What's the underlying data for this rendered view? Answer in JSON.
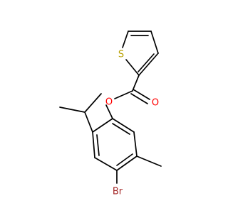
{
  "molecule": {
    "atoms": {
      "sulfur": {
        "symbol": "S",
        "color": "#b8a100"
      },
      "ester_oxygen": {
        "symbol": "O",
        "color": "#ff0000"
      },
      "carbonyl_oxygen": {
        "symbol": "O",
        "color": "#ff0000"
      },
      "bromine": {
        "symbol": "Br",
        "color": "#a52a2a"
      }
    },
    "bond_color": "#000000"
  }
}
